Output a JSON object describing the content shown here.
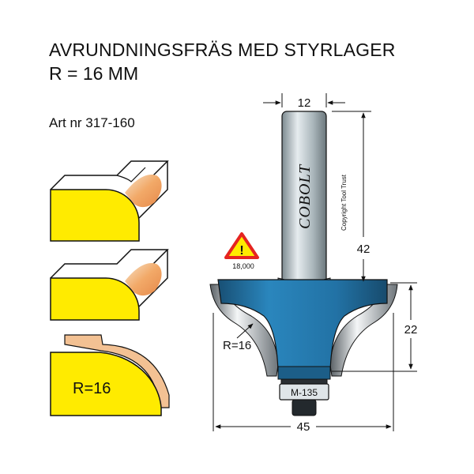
{
  "header": {
    "title": "AVRUNDNINGSFRÄS MED STYRLAGER",
    "subtitle": "R = 16 MM",
    "article": "Art nr 317-160"
  },
  "profile": {
    "radius_label": "R=16"
  },
  "tool": {
    "brand": "COBOLT",
    "copyright": "Copyright Tool Trust",
    "bearing_label": "M-135",
    "radius_label": "R=16",
    "warning_rpm": "18,000"
  },
  "dimensions": {
    "shank_diameter": "12",
    "shank_length": "42",
    "cut_height": "22",
    "total_diameter": "45"
  },
  "colors": {
    "wood_yellow": "#ffeb00",
    "cutter_blue": "#2173a6",
    "shank_grey": "#b8c3c8",
    "bearing_dark": "#1e2a30",
    "chip_orange": "#f5a56a",
    "warning_red": "#e52421"
  }
}
